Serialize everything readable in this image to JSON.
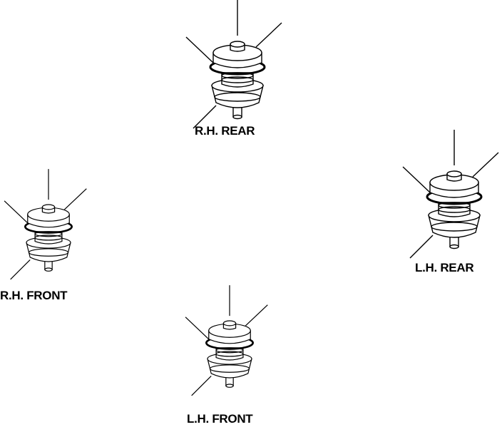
{
  "diagram": {
    "mounts": [
      {
        "id": "rh-rear",
        "label": "R.H. REAR"
      },
      {
        "id": "rh-front",
        "label": "R.H. FRONT"
      },
      {
        "id": "lh-rear",
        "label": "L.H. REAR"
      },
      {
        "id": "lh-front",
        "label": "L.H. FRONT"
      }
    ]
  }
}
